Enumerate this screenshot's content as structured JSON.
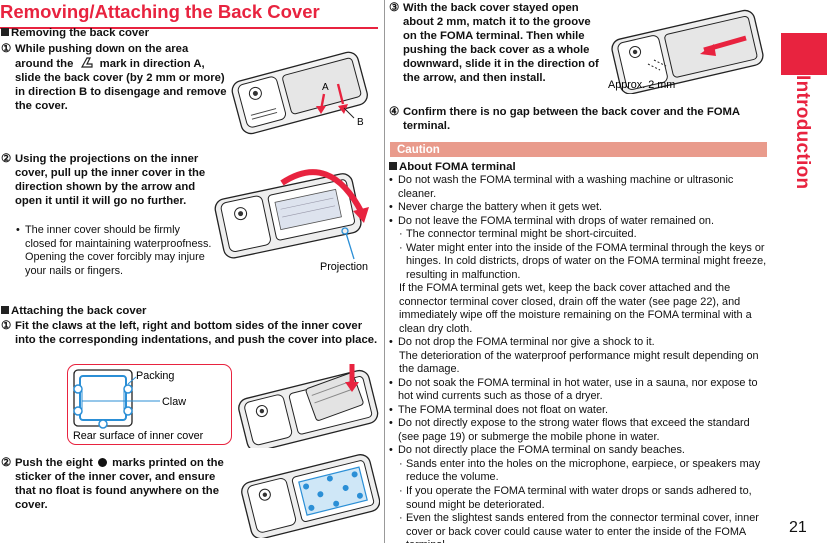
{
  "title": "Removing/Attaching the Back Cover",
  "side_tab": "Introduction",
  "page_number": "21",
  "removing": {
    "heading": "Removing the back cover",
    "step1": {
      "num": "①",
      "text_before": "While pushing down on the area around the",
      "text_after": "mark in direction A, slide the back cover (by 2 mm or more) in direction B to disengage and remove the cover."
    },
    "step1_labels": {
      "a": "A",
      "b": "B"
    },
    "step2": {
      "num": "②",
      "text": "Using the projections on the inner cover, pull up the inner cover in the direction shown by the arrow and open it until it will go no further."
    },
    "step2_note": "The inner cover should be firmly closed for maintaining waterproofness. Opening the cover forcibly may injure your nails or fingers.",
    "projection_label": "Projection"
  },
  "attaching": {
    "heading": "Attaching the back cover",
    "step1": {
      "num": "①",
      "text": "Fit the claws at the left, right and bottom sides of the inner cover into the corresponding indentations, and push the cover into place."
    },
    "labels": {
      "packing": "Packing",
      "claw": "Claw",
      "rear": "Rear surface of inner cover"
    },
    "step2": {
      "num": "②",
      "text_before": "Push the eight",
      "text_after": "marks printed on the sticker of the inner cover, and ensure that no float is found anywhere on the cover."
    }
  },
  "right": {
    "step3": {
      "num": "③",
      "text": "With the back cover stayed open about 2 mm, match it to the groove on the FOMA terminal. Then while pushing the back cover as a whole downward, slide it in the direction of the arrow, and then install."
    },
    "approx_label": "Approx. 2 mm",
    "step4": {
      "num": "④",
      "text": "Confirm there is no gap between the back cover and the FOMA terminal."
    }
  },
  "caution": {
    "label": "Caution",
    "heading": "About FOMA terminal",
    "b1": "Do not wash the FOMA terminal with a washing machine or ultrasonic cleaner.",
    "b2": "Never charge the battery when it gets wet.",
    "b3": "Do not leave the FOMA terminal with drops of water remained on.",
    "b3_s1": "The connector terminal might be short-circuited.",
    "b3_s2": "Water might enter into the inside of the FOMA terminal through the keys or hinges. In cold districts, drops of water on the FOMA terminal might freeze, resulting in malfunction.",
    "b3_p": "If the FOMA terminal gets wet, keep the back cover attached and the connector terminal cover closed, drain off the water (see page 22), and immediately wipe off the moisture remaining on the FOMA terminal with a clean dry cloth.",
    "b4": "Do not drop the FOMA terminal nor give a shock to it.",
    "b4_p": "The deterioration of the waterproof performance might result depending on the damage.",
    "b5": "Do not soak the FOMA terminal in hot water, use in a sauna, nor expose to hot wind currents such as those of a dryer.",
    "b6": "The FOMA terminal does not float on water.",
    "b7": "Do not directly expose to the strong water flows that exceed the standard (see page 19) or submerge the mobile phone in water.",
    "b8": "Do not directly place the FOMA terminal on sandy beaches.",
    "b8_s1": "Sands enter into the holes on the microphone, earpiece, or speakers may reduce the volume.",
    "b8_s2": "If you operate the FOMA terminal with water drops or sands adhered to, sound might be deteriorated.",
    "b8_s3": "Even the slightest sands entered from the connector terminal cover, inner cover or back cover could cause water to enter the inside of the FOMA terminal."
  }
}
